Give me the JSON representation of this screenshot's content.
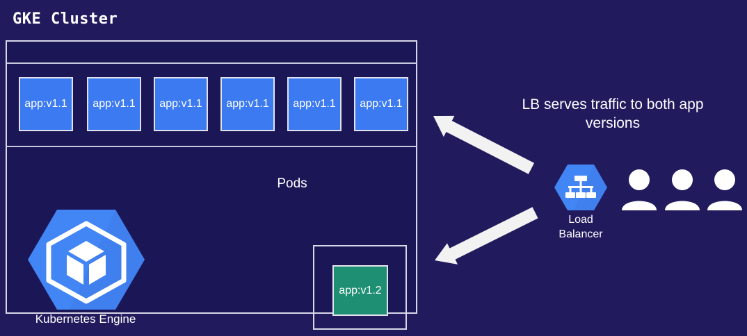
{
  "colors": {
    "background": "#211b5e",
    "cluster_fill": "#1b1656",
    "border": "#d8d8e8",
    "pod_blue": "#3b7af0",
    "pod_green": "#1f8f73",
    "icon_blue": "#4285f4",
    "white": "#ffffff"
  },
  "title": "GKE Cluster",
  "cluster": {
    "pods_label": "Pods",
    "pods_v1_1": [
      {
        "label": "app:v1.1"
      },
      {
        "label": "app:v1.1"
      },
      {
        "label": "app:v1.1"
      },
      {
        "label": "app:v1.1"
      },
      {
        "label": "app:v1.1"
      },
      {
        "label": "app:v1.1"
      }
    ],
    "pod_v1_2": {
      "label": "app:v1.2"
    },
    "kubernetes_engine": {
      "label": "Kubernetes Engine",
      "icon": "kubernetes-engine-hexagon-icon"
    }
  },
  "right_panel": {
    "caption": "LB serves traffic to both app versions",
    "load_balancer": {
      "label": "Load\nBalancer",
      "label_line1": "Load",
      "label_line2": "Balancer",
      "icon": "load-balancer-hexagon-icon"
    },
    "users": [
      {
        "icon": "user-icon"
      },
      {
        "icon": "user-icon"
      },
      {
        "icon": "user-icon"
      }
    ],
    "arrows": [
      {
        "name": "arrow-lb-to-v1-1-pods",
        "direction": "up-left"
      },
      {
        "name": "arrow-lb-to-v1-2-pod",
        "direction": "down-left"
      }
    ]
  }
}
